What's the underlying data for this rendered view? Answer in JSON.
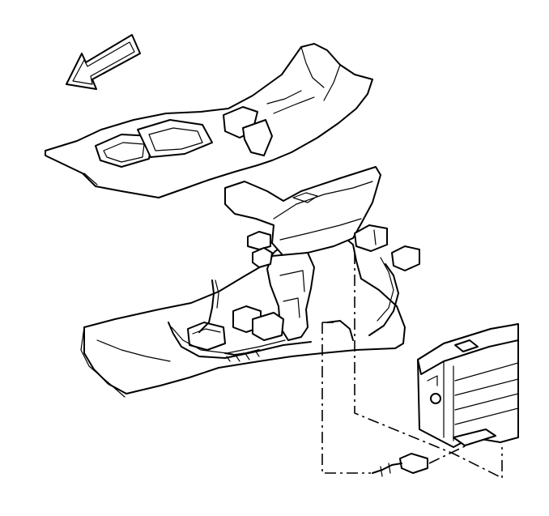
{
  "figure": {
    "type": "exploded-view line illustration",
    "components": [
      "direction-arrow",
      "floor-console-trim-cover",
      "floor-console-base",
      "wiring-harness",
      "electronic-module",
      "module-connector"
    ],
    "colors": {
      "line": "#000000",
      "background": "#ffffff"
    }
  }
}
